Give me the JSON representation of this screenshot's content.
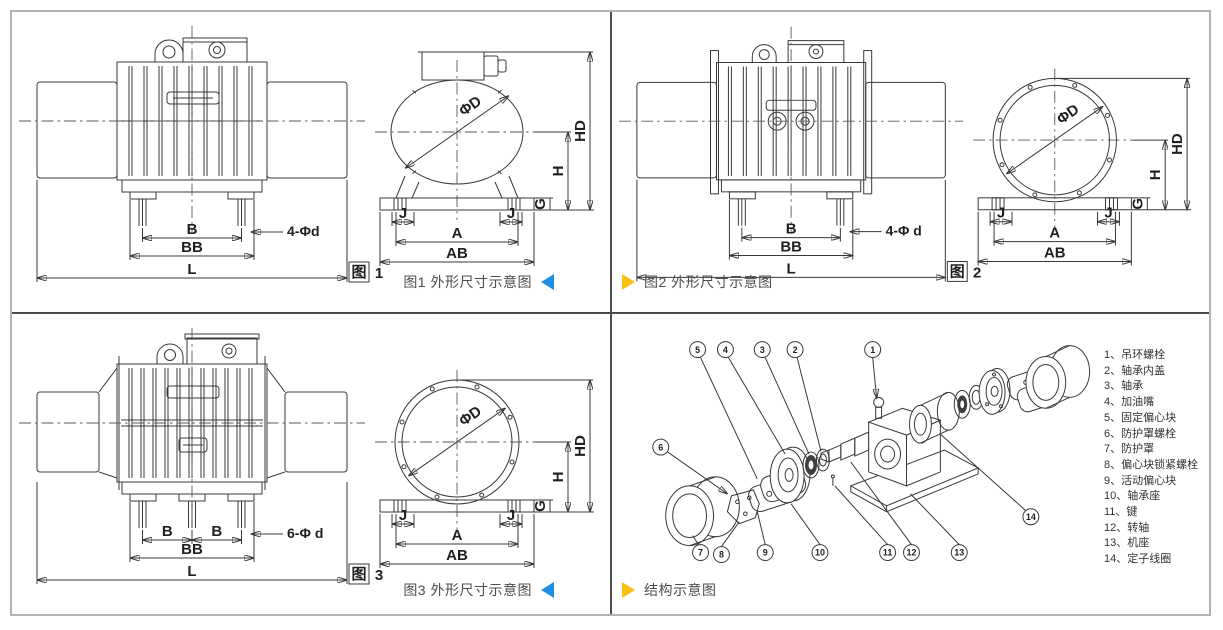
{
  "figures": [
    {
      "fig_char": "图",
      "fig_num": "1",
      "caption": "图1 外形尺寸示意图",
      "hole_label": "4-Φd",
      "dims": {
        "B": "B",
        "BB": "BB",
        "L": "L",
        "J": "J",
        "A": "A",
        "AB": "AB",
        "D": "ΦD",
        "H": "H",
        "G": "G",
        "HD": "HD"
      }
    },
    {
      "fig_char": "图",
      "fig_num": "2",
      "caption": "图2 外形尺寸示意图",
      "hole_label": "4-Φ d",
      "dims": {
        "B": "B",
        "BB": "BB",
        "L": "L",
        "J": "J",
        "A": "A",
        "AB": "AB",
        "D": "ΦD",
        "H": "H",
        "G": "G",
        "HD": "HD"
      }
    },
    {
      "fig_char": "图",
      "fig_num": "3",
      "caption": "图3 外形尺寸示意图",
      "hole_label": "6-Φ d",
      "dims": {
        "B": "B",
        "BB": "BB",
        "L": "L",
        "J": "J",
        "A": "A",
        "AB": "AB",
        "D": "ΦD",
        "H": "H",
        "G": "G",
        "HD": "HD"
      }
    }
  ],
  "structure": {
    "caption": "结构示意图",
    "balloons": [
      "1",
      "2",
      "3",
      "4",
      "5",
      "6",
      "7",
      "8",
      "9",
      "10",
      "11",
      "12",
      "13",
      "14"
    ],
    "parts": [
      "1、吊环螺栓",
      "2、轴承内盖",
      "3、轴承",
      "4、加油嘴",
      "5、固定偏心块",
      "6、防护罩螺栓",
      "7、防护罩",
      "8、偏心块锁紧螺栓",
      "9、活动偏心块",
      "10、轴承座",
      "11、键",
      "12、转轴",
      "13、机座",
      "14、定子线圈"
    ]
  },
  "colors": {
    "blue_arrow": "#1f8fe5",
    "yellow_arrow": "#fcbf16",
    "line": "#383838",
    "caption_text": "#4d4d4d"
  }
}
